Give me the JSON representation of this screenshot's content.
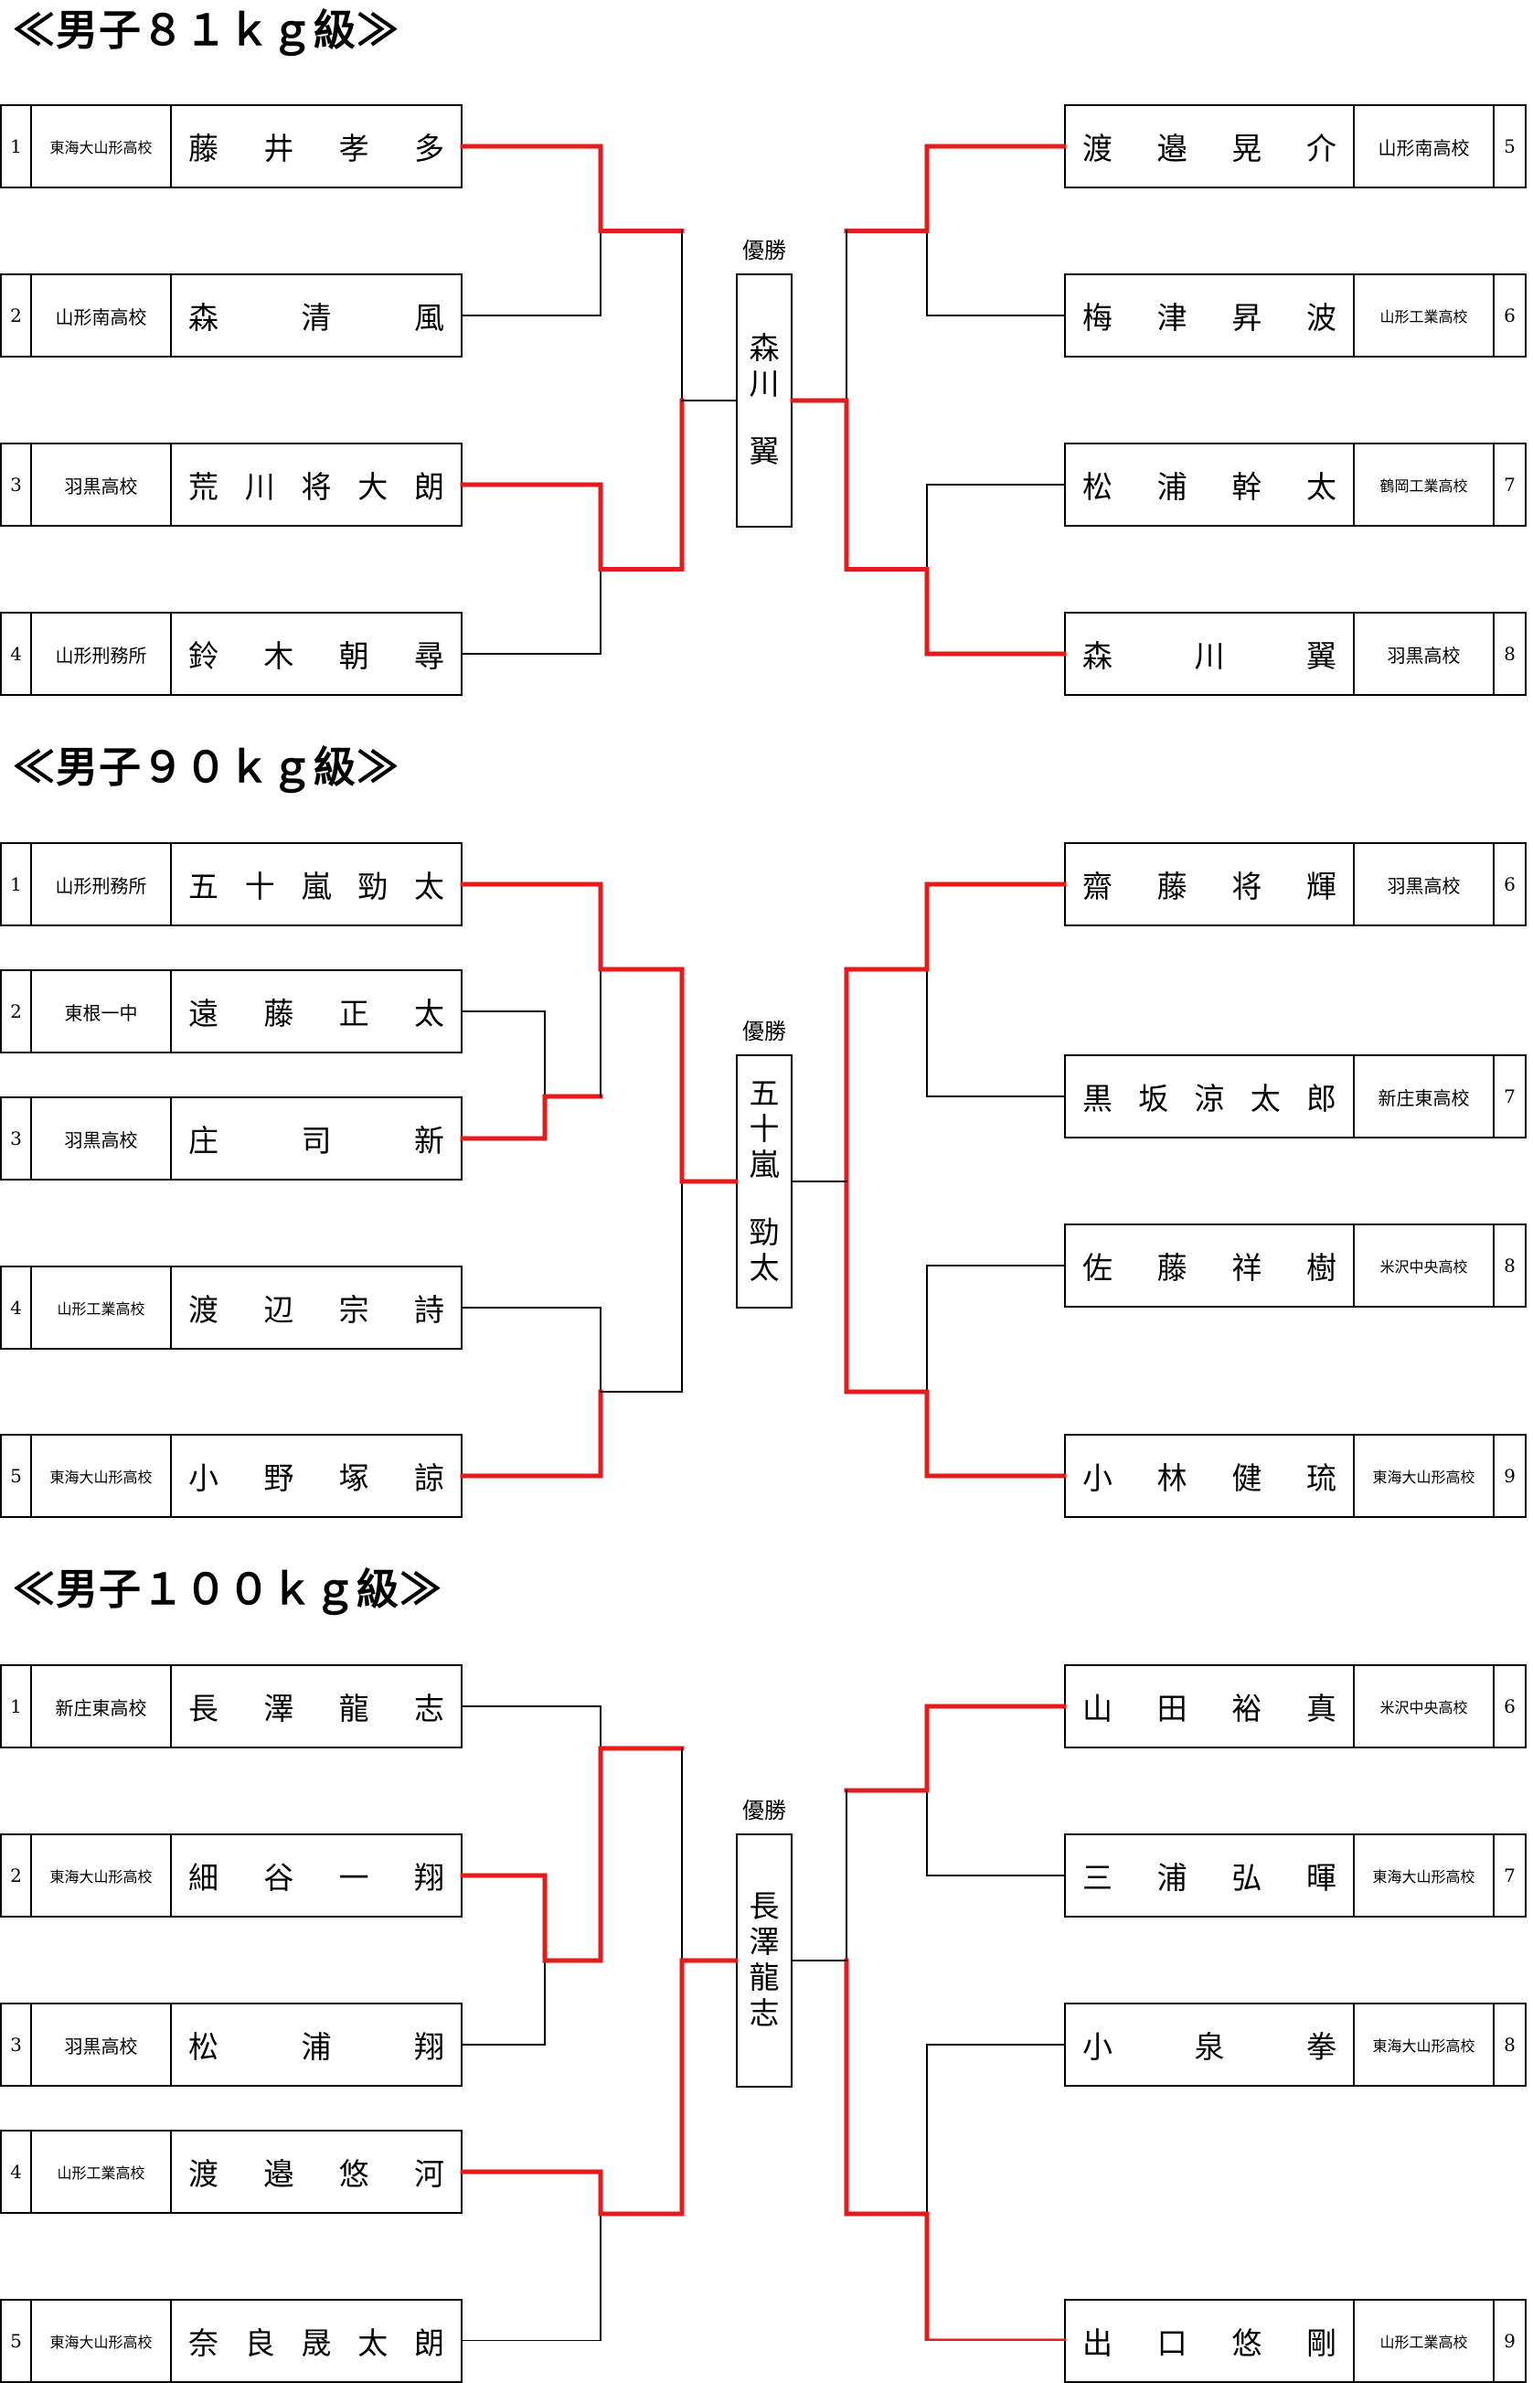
{
  "winner_label": "優勝",
  "divisions": [
    {
      "title": "≪男子８１ｋｇ級≫",
      "champion": "森川 翼",
      "left": [
        {
          "seed": "1",
          "school": "東海大山形高校",
          "name": "藤 井 孝 多"
        },
        {
          "seed": "2",
          "school": "山形南高校",
          "name": "森 清 風"
        },
        {
          "seed": "3",
          "school": "羽黒高校",
          "name": "荒 川 将 大 朗"
        },
        {
          "seed": "4",
          "school": "山形刑務所",
          "name": "鈴 木 朝 尋"
        }
      ],
      "right": [
        {
          "seed": "5",
          "school": "山形南高校",
          "name": "渡 邉 晃 介"
        },
        {
          "seed": "6",
          "school": "山形工業高校",
          "name": "梅 津 昇 波"
        },
        {
          "seed": "7",
          "school": "鶴岡工業高校",
          "name": "松 浦 幹 太"
        },
        {
          "seed": "8",
          "school": "羽黒高校",
          "name": "森 川 翼"
        }
      ]
    },
    {
      "title": "≪男子９０ｋｇ級≫",
      "champion": "五十嵐 勁太",
      "left": [
        {
          "seed": "1",
          "school": "山形刑務所",
          "name": "五 十 嵐 勁 太"
        },
        {
          "seed": "2",
          "school": "東根一中",
          "name": "遠 藤 正 太"
        },
        {
          "seed": "3",
          "school": "羽黒高校",
          "name": "庄 司 新"
        },
        {
          "seed": "4",
          "school": "山形工業高校",
          "name": "渡 辺 宗 詩"
        },
        {
          "seed": "5",
          "school": "東海大山形高校",
          "name": "小 野 塚 諒"
        }
      ],
      "right": [
        {
          "seed": "6",
          "school": "羽黒高校",
          "name": "齋 藤 将 輝"
        },
        {
          "seed": "7",
          "school": "新庄東高校",
          "name": "黒 坂 涼 太 郎"
        },
        {
          "seed": "8",
          "school": "米沢中央高校",
          "name": "佐 藤 祥 樹"
        },
        {
          "seed": "9",
          "school": "東海大山形高校",
          "name": "小 林 健 琉"
        }
      ]
    },
    {
      "title": "≪男子１００ｋｇ級≫",
      "champion": "長澤龍志",
      "left": [
        {
          "seed": "1",
          "school": "新庄東高校",
          "name": "長 澤 龍 志"
        },
        {
          "seed": "2",
          "school": "東海大山形高校",
          "name": "細 谷 一 翔"
        },
        {
          "seed": "3",
          "school": "羽黒高校",
          "name": "松 浦 翔"
        },
        {
          "seed": "4",
          "school": "山形工業高校",
          "name": "渡 邉 悠 河"
        },
        {
          "seed": "5",
          "school": "東海大山形高校",
          "name": "奈 良 晟 太 朗"
        }
      ],
      "right": [
        {
          "seed": "6",
          "school": "米沢中央高校",
          "name": "山 田 裕 真"
        },
        {
          "seed": "7",
          "school": "東海大山形高校",
          "name": "三 浦 弘 暉"
        },
        {
          "seed": "8",
          "school": "東海大山形高校",
          "name": "小 泉 拳"
        },
        {
          "seed": "9",
          "school": "山形工業高校",
          "name": "出 口 悠 剛"
        }
      ]
    }
  ]
}
